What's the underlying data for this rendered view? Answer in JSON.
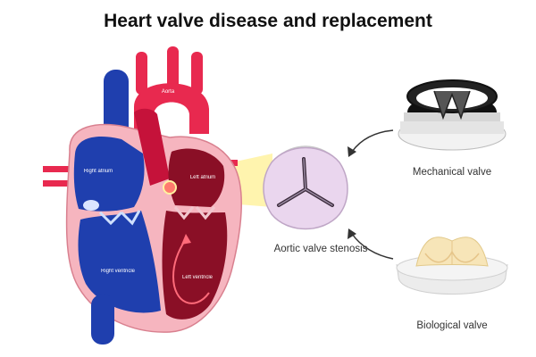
{
  "title": "Heart valve disease and replacement",
  "heart": {
    "aorta": "Aorta",
    "right_atrium": "Right atrium",
    "left_atrium": "Left atrium",
    "right_ventricle": "Right ventricle",
    "left_ventricle": "Left ventricle"
  },
  "captions": {
    "stenosis": "Aortic valve stenosis",
    "mechanical": "Mechanical valve",
    "biological": "Biological valve"
  },
  "colors": {
    "deoxygenated": "#1f3fae",
    "oxygenated": "#e8294f",
    "myocardium": "#f6b5bf",
    "left_chamber": "#8a0f26",
    "highlight": "#fff2a0",
    "valve_tissue": "#ead6ee"
  },
  "icons": [
    "arrow-left-icon",
    "arrow-left-icon"
  ]
}
